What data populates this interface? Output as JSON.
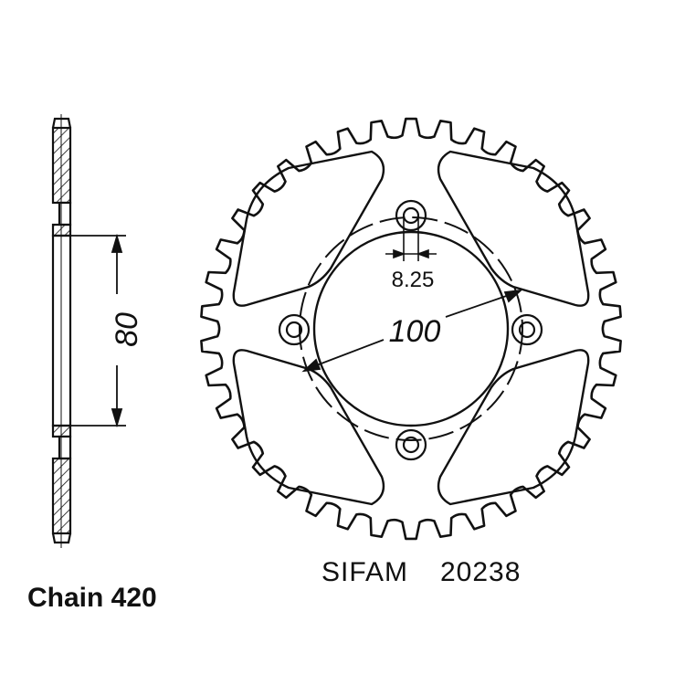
{
  "dimensions": {
    "hub_height": "80",
    "bolt_circle": "100",
    "bolt_hole": "8.25"
  },
  "reference": {
    "brand": "SIFAM",
    "part_number": "20238"
  },
  "chain_label": "Chain 420",
  "sprocket": {
    "teeth": 38,
    "bolt_holes": 4,
    "cutouts": 4,
    "line_color": "#111111"
  }
}
